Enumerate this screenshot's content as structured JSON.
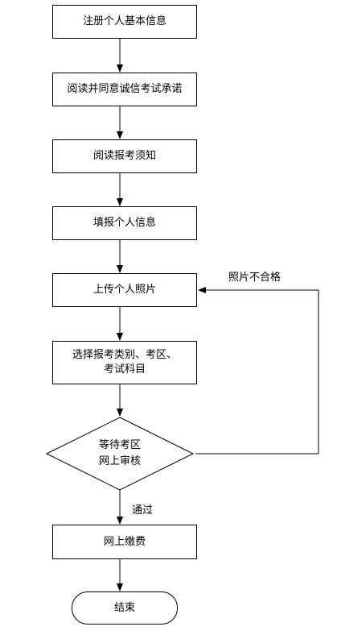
{
  "nodes": {
    "register": {
      "label": "注册个人基本信息"
    },
    "integrity": {
      "label": "阅读并同意诚信考试承诺"
    },
    "notice": {
      "label": "阅读报考须知"
    },
    "fill_info": {
      "label": "填报个人信息"
    },
    "upload_photo": {
      "label": "上传个人照片"
    },
    "select": {
      "label": "选择报考类别、考区、\n考试科目"
    },
    "review": {
      "label": "等待考区\n网上审核"
    },
    "payment": {
      "label": "网上缴费"
    },
    "end": {
      "label": "结束"
    }
  },
  "edge_labels": {
    "photo_fail": "照片不合格",
    "pass": "通过"
  },
  "colors": {
    "line": "#000000",
    "background": "#ffffff"
  }
}
